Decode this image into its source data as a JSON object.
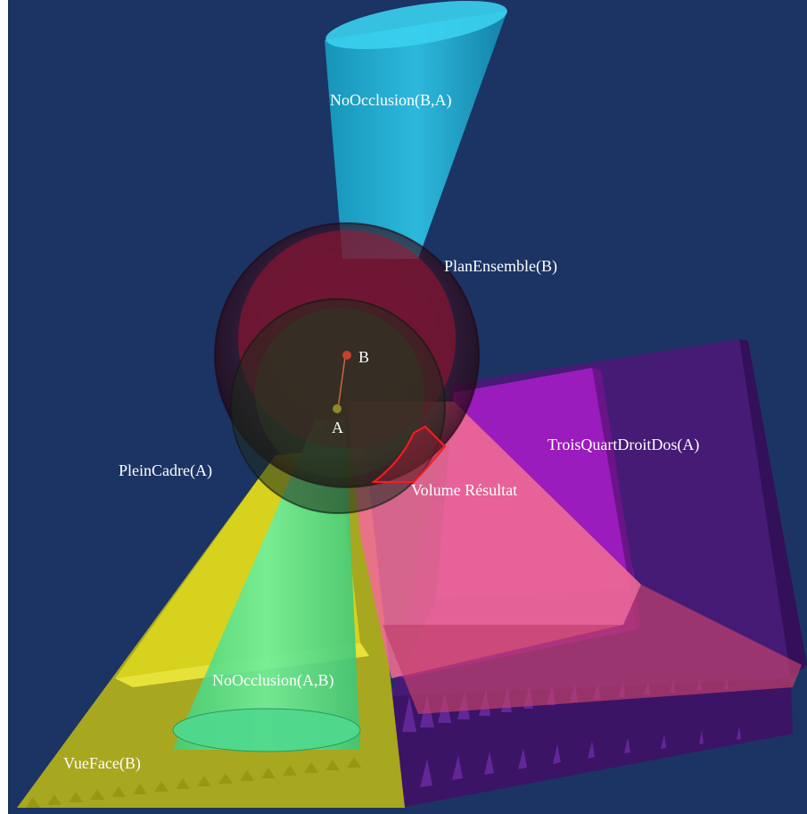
{
  "scene": {
    "background": "#1b3464",
    "colors": {
      "cyan_cone": "#1fb5d8",
      "red_sphere": "#c0143a",
      "yellow_plane": "#d7d41a",
      "magenta_box": "#b81fd6",
      "purple_box": "#5a1a8a",
      "pink_region": "#f07090",
      "green_cone": "#52e48c",
      "result_outline": "#ff1a1a"
    },
    "labels": {
      "no_occlusion_ba": "NoOcclusion(B,A)",
      "plan_ensemble_b": "PlanEnsemble(B)",
      "point_b": "B",
      "point_a": "A",
      "trois_quart": "TroisQuartDroitDos(A)",
      "plein_cadre_a": "PleinCadre(A)",
      "volume_resultat": "Volume Résultat",
      "no_occlusion_ab": "NoOcclusion(A,B)",
      "vue_face_b": "VueFace(B)"
    }
  }
}
